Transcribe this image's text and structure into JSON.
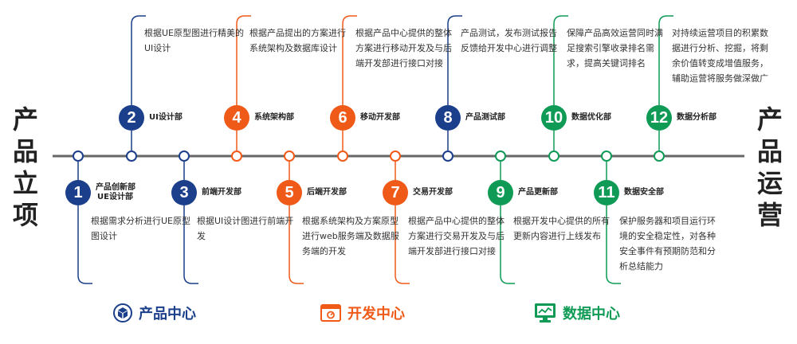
{
  "ends": {
    "left": [
      "产",
      "品",
      "立",
      "项"
    ],
    "right": [
      "产",
      "品",
      "运",
      "营"
    ]
  },
  "colors": {
    "blue": "#1b3f8b",
    "orange": "#f05a19",
    "green": "#0f9b55",
    "axis": "#666666"
  },
  "steps": [
    {
      "num": "1",
      "color": "blue",
      "dept": "产品创新部\nUE设计部",
      "desc": "根据需求分析进行UE原型图设计"
    },
    {
      "num": "2",
      "color": "blue",
      "dept": "UI设计部",
      "desc": "根据UE原型图进行精美的UI设计"
    },
    {
      "num": "3",
      "color": "blue",
      "dept": "前端开发部",
      "desc": "根据UI设计图进行前端开发"
    },
    {
      "num": "4",
      "color": "orange",
      "dept": "系统架构部",
      "desc": "根据产品提出的方案进行系统架构及数据库设计"
    },
    {
      "num": "5",
      "color": "orange",
      "dept": "后端开发部",
      "desc": "根据系统架构及方案原型进行web服务端及数据服务端的开发"
    },
    {
      "num": "6",
      "color": "orange",
      "dept": "移动开发部",
      "desc": "根据产品中心提供的整体方案进行移动开发及与后端开发部进行接口对接"
    },
    {
      "num": "7",
      "color": "orange",
      "dept": "交易开发部",
      "desc": "根据产品中心提供的整体方案进行交易开发及与后端开发部进行接口对接"
    },
    {
      "num": "8",
      "color": "blue",
      "dept": "产品测试部",
      "desc": "产品测试，发布测试报告反馈给开发中心进行调整"
    },
    {
      "num": "9",
      "color": "green",
      "dept": "产品更新部",
      "desc": "根据开发中心提供的所有更新内容进行上线发布"
    },
    {
      "num": "10",
      "color": "green",
      "dept": "数据优化部",
      "desc": "保障产品高效运营同时满足搜索引擎收录排名需求，提高关键词排名"
    },
    {
      "num": "11",
      "color": "green",
      "dept": "数据安全部",
      "desc": "保护服务器和项目运行环境的安全稳定性，对各种安全事件有预期防范和分析总结能力"
    },
    {
      "num": "12",
      "color": "green",
      "dept": "数据分析部",
      "desc": "对持续运营项目的积累数据进行分析、挖掘，将剩余价值转变成增值服务，辅助运营将服务做深做广"
    }
  ],
  "centers": [
    {
      "label": "产品中心",
      "icon": "cube-icon",
      "color": "blue"
    },
    {
      "label": "开发中心",
      "icon": "browser-window-icon",
      "color": "orange"
    },
    {
      "label": "数据中心",
      "icon": "monitor-chart-icon",
      "color": "green"
    }
  ]
}
